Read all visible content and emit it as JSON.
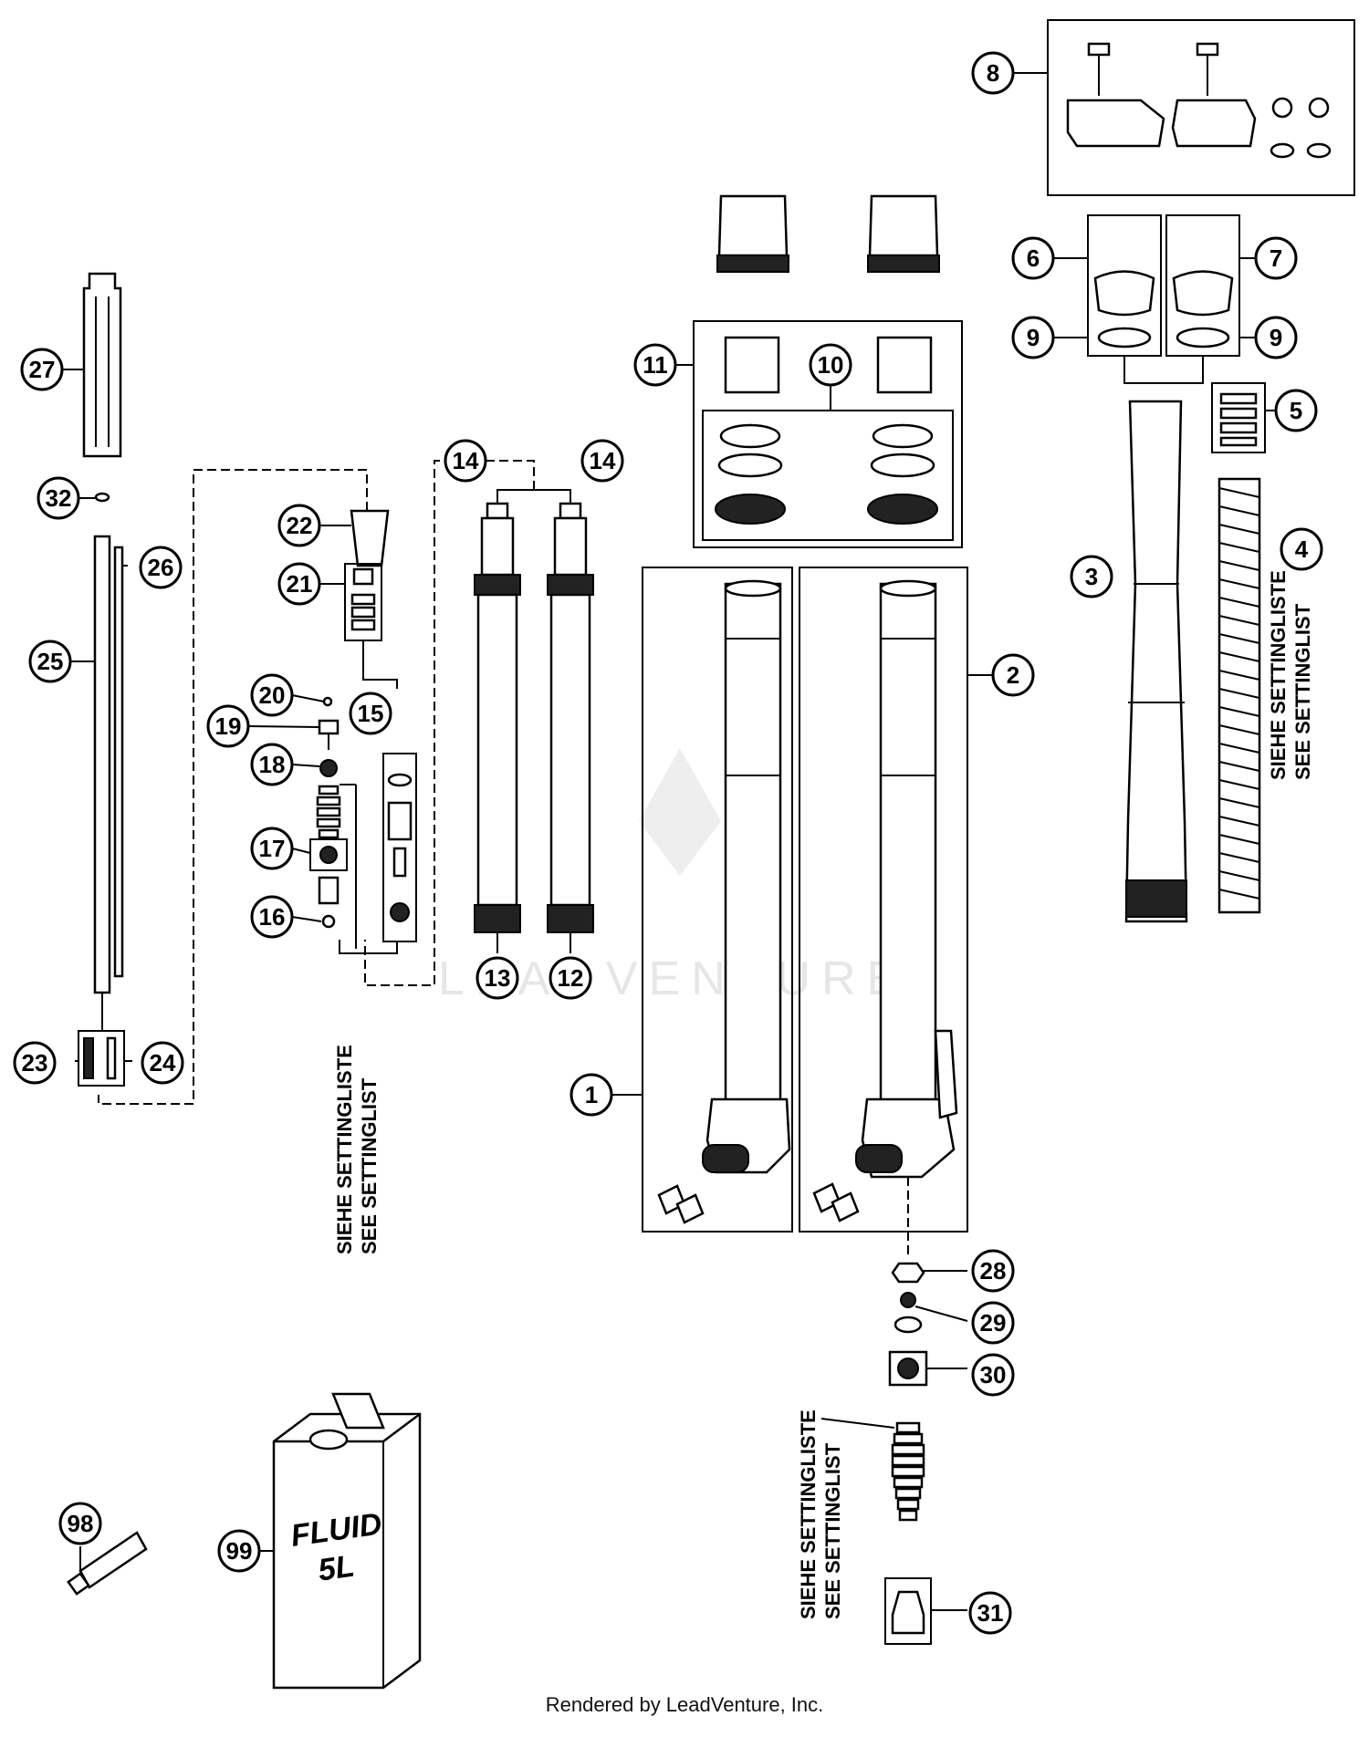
{
  "callouts": {
    "c1": "1",
    "c2": "2",
    "c3": "3",
    "c4": "4",
    "c5": "5",
    "c6": "6",
    "c7": "7",
    "c8": "8",
    "c9a": "9",
    "c9b": "9",
    "c10": "10",
    "c11": "11",
    "c12": "12",
    "c13": "13",
    "c14a": "14",
    "c14b": "14",
    "c15": "15",
    "c16": "16",
    "c17": "17",
    "c18": "18",
    "c19": "19",
    "c20": "20",
    "c21": "21",
    "c22": "22",
    "c23": "23",
    "c24": "24",
    "c25": "25",
    "c26": "26",
    "c27": "27",
    "c28": "28",
    "c29": "29",
    "c30": "30",
    "c31": "31",
    "c32": "32",
    "c98": "98",
    "c99": "99"
  },
  "notes": {
    "setting_de": "SIEHE SETTINGLISTE",
    "setting_en": "SEE SETTINGLIST"
  },
  "fluid_can": {
    "line1": "FLUID",
    "line2": "5L"
  },
  "watermark": "LEADVENTURE",
  "footer": "Rendered by LeadVenture, Inc."
}
